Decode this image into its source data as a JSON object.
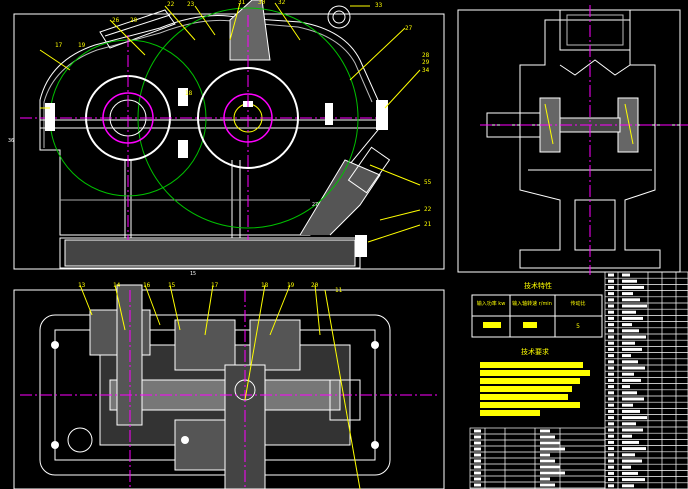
{
  "drawing": {
    "background": "#000000",
    "colors": {
      "outline": "#ffffff",
      "centerline": "#ff00ff",
      "pitch_circle": "#00c000",
      "leader": "#ffff00",
      "hatch": "#d0d0d0",
      "note_block": "#ffff00",
      "cyan": "#00e5ff",
      "red": "#ff2020"
    }
  },
  "front_view": {
    "part_labels": [
      "26",
      "20",
      "22",
      "23",
      "31",
      "30",
      "32",
      "33",
      "27",
      "28",
      "29",
      "34",
      "17",
      "19",
      "18",
      "55",
      "22",
      "21"
    ],
    "dimension_labels": [
      "36",
      "27",
      "15"
    ]
  },
  "top_view": {
    "part_labels": [
      "13",
      "14",
      "16",
      "15",
      "17",
      "18",
      "19",
      "20",
      "11"
    ]
  },
  "tech_table": {
    "title": "技术特性",
    "headers": [
      "输入功率 kw",
      "输入轴转速 r/min",
      "传动比"
    ],
    "values": [
      "",
      "",
      "5"
    ]
  },
  "tech_requirements": {
    "title": "技术要求"
  }
}
